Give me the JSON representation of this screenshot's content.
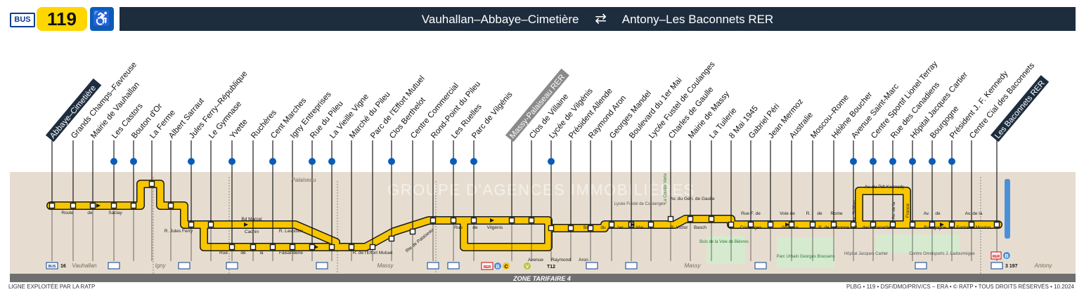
{
  "header": {
    "bus_badge": "BUS",
    "line_number": "119",
    "accessibility_icon": "wheelchair-icon",
    "origin": "Vauhallan–Abbaye–Cimetière",
    "destination": "Antony–Les Baconnets RER"
  },
  "stops": [
    {
      "name": "Abbaye–Cimetière",
      "boxed": true
    },
    {
      "name": "Grands Champs–Favreuse"
    },
    {
      "name": "Mairie de Vauhallan"
    },
    {
      "name": "Les Castors"
    },
    {
      "name": "Bouton d'Or"
    },
    {
      "name": "La Ferme"
    },
    {
      "name": "Albert Sarraut"
    },
    {
      "name": "Jules Ferry–République"
    },
    {
      "name": "Le Gymnase"
    },
    {
      "name": "Yvette"
    },
    {
      "name": "Ruchères"
    },
    {
      "name": "Cent Marches"
    },
    {
      "name": "Igny Entreprises"
    },
    {
      "name": "Rue du Pileu"
    },
    {
      "name": "La Vieille Vigne"
    },
    {
      "name": "Marché du Pileu"
    },
    {
      "name": "Parc de l'Effort Mutuel"
    },
    {
      "name": "Clos Berthelot"
    },
    {
      "name": "Centre Commercial"
    },
    {
      "name": "Rond-Point du Pileu"
    },
    {
      "name": "Les Ruelles"
    },
    {
      "name": "Parc de Vilgénis"
    },
    {
      "name": "Massy-Palaiseau RER",
      "boxed": true,
      "grey": true
    },
    {
      "name": "Clos de Villaine"
    },
    {
      "name": "Lycée de Vilgénis"
    },
    {
      "name": "Président Allende"
    },
    {
      "name": "Raymond Aron"
    },
    {
      "name": "Georges Mandel"
    },
    {
      "name": "Boulevard du 1er Mai"
    },
    {
      "name": "Lycée Fustel de Coulanges"
    },
    {
      "name": "Charles de Gaulle"
    },
    {
      "name": "Mairie de Massy"
    },
    {
      "name": "La Tuilerie"
    },
    {
      "name": "8 Mai 1945"
    },
    {
      "name": "Gabriel Péri"
    },
    {
      "name": "Jean Mermoz"
    },
    {
      "name": "Australie"
    },
    {
      "name": "Moscou–Rome"
    },
    {
      "name": "Hélène Boucher"
    },
    {
      "name": "Avenue Saint-Marc"
    },
    {
      "name": "Centre Sportif Lionel Terray"
    },
    {
      "name": "Rue des Canadiens"
    },
    {
      "name": "Hôpital Jacques Cartier"
    },
    {
      "name": "Bourgogne"
    },
    {
      "name": "Président J. F. Kennedy"
    },
    {
      "name": "Centre Cial des Baconnets"
    },
    {
      "name": "Les Baconnets RER",
      "boxed": true
    }
  ],
  "streets": [
    {
      "id": "route",
      "text": "Route"
    },
    {
      "id": "de1",
      "text": "de"
    },
    {
      "id": "saclay",
      "text": "Saclay"
    },
    {
      "id": "rjf",
      "text": "R. Jules Ferry"
    },
    {
      "id": "bdmarcel",
      "text": "Bd Marcel"
    },
    {
      "id": "cachin",
      "text": "Cachin"
    },
    {
      "id": "rlavoisier",
      "text": "R. Lavoisier"
    },
    {
      "id": "rue",
      "text": "Rue"
    },
    {
      "id": "de2",
      "text": "de"
    },
    {
      "id": "la",
      "text": "la"
    },
    {
      "id": "faisanderie",
      "text": "Faisanderie"
    },
    {
      "id": "reffort",
      "text": "R. de l'Effort Mutuel"
    },
    {
      "id": "rtepal",
      "text": "Rte de Palaiseau"
    },
    {
      "id": "rue2",
      "text": "Rue"
    },
    {
      "id": "de3",
      "text": "de"
    },
    {
      "id": "vilgenis",
      "text": "Vilgénis"
    },
    {
      "id": "avenue",
      "text": "Avenue"
    },
    {
      "id": "raymond",
      "text": "Raymond"
    },
    {
      "id": "aron",
      "text": "Aron"
    },
    {
      "id": "bd",
      "text": "Bd"
    },
    {
      "id": "du",
      "text": "du"
    },
    {
      "id": "premier",
      "text": "1er"
    },
    {
      "id": "mai",
      "text": "Mai"
    },
    {
      "id": "rvictor",
      "text": "R. Victor"
    },
    {
      "id": "basch",
      "text": "Basch"
    },
    {
      "id": "avgen",
      "text": "Av. du Gén. de Gaulle"
    },
    {
      "id": "ruef",
      "text": "Rue F. de"
    },
    {
      "id": "coulanges",
      "text": "Coulanges"
    },
    {
      "id": "voie",
      "text": "Voie de"
    },
    {
      "id": "wissous",
      "text": "Wissous"
    },
    {
      "id": "r",
      "text": "R."
    },
    {
      "id": "de4",
      "text": "de"
    },
    {
      "id": "rome",
      "text": "Rome"
    },
    {
      "id": "rlisbonne",
      "text": "R. de Lisbonne"
    },
    {
      "id": "rdes",
      "text": "R."
    },
    {
      "id": "des",
      "text": "des"
    },
    {
      "id": "canadiens",
      "text": "Canadiens"
    },
    {
      "id": "avsm",
      "text": "Av. St-Marc"
    },
    {
      "id": "avkennedy",
      "text": "Av. du Pdt Kennedy"
    },
    {
      "id": "avdela",
      "text": "Av. de la"
    },
    {
      "id": "france",
      "text": "France"
    },
    {
      "id": "av",
      "text": "Av."
    },
    {
      "id": "de5",
      "text": "de"
    },
    {
      "id": "bourgogne",
      "text": "Bourgogne"
    },
    {
      "id": "avdela2",
      "text": "Av. de la"
    },
    {
      "id": "fontaine",
      "text": "Fontaine Mouton"
    }
  ],
  "places": {
    "palaiseau": "Palaiseau",
    "vauhallan": "Vauhallan",
    "igny": "Igny",
    "massy1": "Massy",
    "massy2": "Massy",
    "antony": "Antony",
    "lycee": "Lycée Fustel de Coulanges",
    "coulee": "La Coulée Verte",
    "bois": "Bois de la Voie de Bièvres",
    "parc": "Parc Urbain Georges Brassens",
    "hopital": "Hôpital Jacques Cartier",
    "omni": "Centre Omnisports J. Ladoumègue"
  },
  "connections": {
    "bus": "BUS",
    "bus16": "16",
    "rer": "RER",
    "b": "B",
    "c": "C",
    "v": "V",
    "t12": "T12",
    "bus3": "3 197"
  },
  "watermark": "GROUPE D'AGENCES IMMOBILIÈRES",
  "zone": "ZONE TARIFAIRE 4",
  "footer": {
    "left": "LIGNE EXPLOITÉE PAR LA RATP",
    "right": "PLBG • 119 • DSF/DMO/PRIV/CS – ERA • © RATP • TOUS DROITS RÉSERVÉS • 10.2024"
  },
  "colors": {
    "line": "#f7c600",
    "navy": "#1e2d3e",
    "beige": "#e6ddd0",
    "grey_bar": "#6f6f6f"
  }
}
